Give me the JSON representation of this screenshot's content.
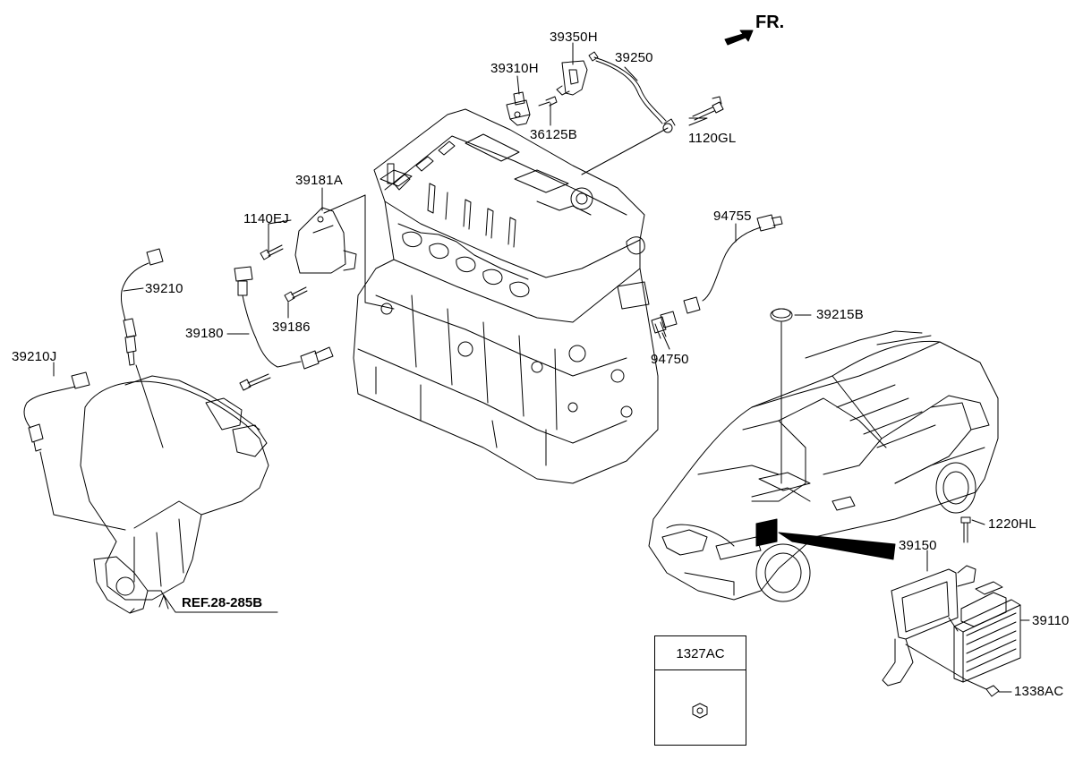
{
  "orientation": {
    "label": "FR."
  },
  "reference": {
    "label": "REF.28-285B"
  },
  "parts": [
    {
      "id": "39350H",
      "label": "39350H"
    },
    {
      "id": "39250",
      "label": "39250"
    },
    {
      "id": "39310H",
      "label": "39310H"
    },
    {
      "id": "36125B",
      "label": "36125B"
    },
    {
      "id": "1120GL",
      "label": "1120GL"
    },
    {
      "id": "39181A",
      "label": "39181A"
    },
    {
      "id": "1140EJ",
      "label": "1140EJ"
    },
    {
      "id": "39210",
      "label": "39210"
    },
    {
      "id": "39186",
      "label": "39186"
    },
    {
      "id": "39180",
      "label": "39180"
    },
    {
      "id": "39210J",
      "label": "39210J"
    },
    {
      "id": "94755",
      "label": "94755"
    },
    {
      "id": "39215B",
      "label": "39215B"
    },
    {
      "id": "94750",
      "label": "94750"
    },
    {
      "id": "1220HL",
      "label": "1220HL"
    },
    {
      "id": "39150",
      "label": "39150"
    },
    {
      "id": "39110",
      "label": "39110"
    },
    {
      "id": "1338AC",
      "label": "1338AC"
    }
  ],
  "legend": {
    "part_label": "1327AC"
  }
}
